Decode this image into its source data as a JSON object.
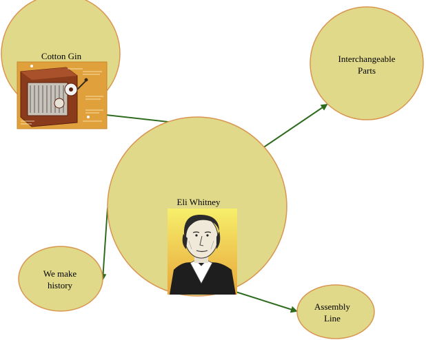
{
  "colors": {
    "node_fill": "#e0d98a",
    "node_stroke": "#d9954f",
    "connector": "#2e6b1f",
    "background": "#ffffff"
  },
  "nodes": {
    "center": {
      "label": "Eli Whitney",
      "image": "eli-whitney-portrait"
    },
    "cotton_gin": {
      "label": "Cotton Gin",
      "image": "cotton-gin-diagram"
    },
    "interchangeable_parts": {
      "label_line1": "Interchangeable",
      "label_line2": "Parts"
    },
    "history": {
      "label_line1": "We make",
      "label_line2": "history"
    },
    "assembly_line": {
      "label_line1": "Assembly",
      "label_line2": "Line"
    }
  }
}
